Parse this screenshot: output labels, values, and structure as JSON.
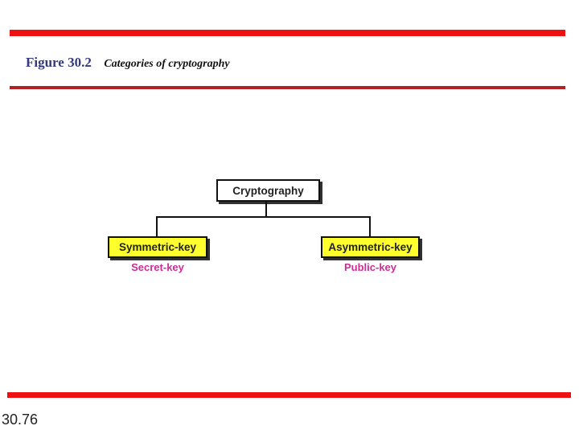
{
  "header": {
    "figure_label": "Figure 30.2",
    "figure_title": "Categories of cryptography"
  },
  "diagram": {
    "root_label": "Cryptography",
    "children": [
      {
        "label": "Symmetric-key",
        "sublabel": "Secret-key"
      },
      {
        "label": "Asymmetric-key",
        "sublabel": "Public-key"
      }
    ]
  },
  "footer": {
    "page_number": "30.76"
  },
  "colors": {
    "accent_red": "#ee1111",
    "rule_dark_red": "#b22222",
    "figure_label_blue": "#333a7d",
    "node_fill_yellow": "#ffff2e",
    "key_label_magenta": "#cc2d96",
    "line_black": "#111111",
    "text_dark": "#222222"
  }
}
